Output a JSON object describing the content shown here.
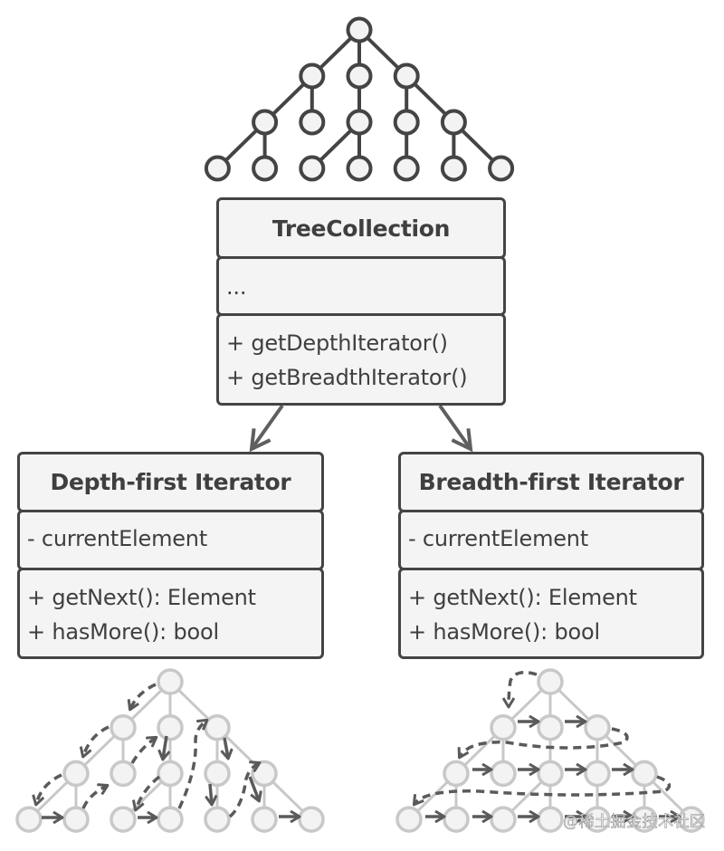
{
  "diagram": {
    "collection": {
      "name": "TreeCollection",
      "fields": [
        "..."
      ],
      "methods": [
        "+ getDepthIterator()",
        "+ getBreadthIterator()"
      ]
    },
    "depth_iterator": {
      "name": "Depth-first Iterator",
      "fields": [
        "- currentElement"
      ],
      "methods": [
        "+ getNext(): Element",
        "+ hasMore(): bool"
      ]
    },
    "breadth_iterator": {
      "name": "Breadth-first Iterator",
      "fields": [
        "- currentElement"
      ],
      "methods": [
        "+ getNext(): Element",
        "+ hasMore(): bool"
      ]
    },
    "relations": [
      {
        "from": "TreeCollection",
        "to": "Depth-first Iterator",
        "type": "dependency-arrow"
      },
      {
        "from": "TreeCollection",
        "to": "Breadth-first Iterator",
        "type": "dependency-arrow"
      }
    ],
    "trees": {
      "main_tree": {
        "levels": [
          1,
          3,
          5,
          7
        ],
        "label": "tree-collection-illustration"
      },
      "depth_tree": {
        "traversal": "depth-first",
        "levels": [
          1,
          3,
          5,
          7
        ]
      },
      "breadth_tree": {
        "traversal": "breadth-first",
        "levels": [
          1,
          3,
          5,
          7
        ]
      }
    },
    "colors": {
      "stroke_dark": "#444444",
      "box_fill": "#f4f4f4",
      "node_light_stroke": "#c8c8c8",
      "node_fill": "#f3f3f3",
      "traversal_arrow": "#5a5a5a"
    }
  },
  "watermark": "@稀土掘金技术社区"
}
